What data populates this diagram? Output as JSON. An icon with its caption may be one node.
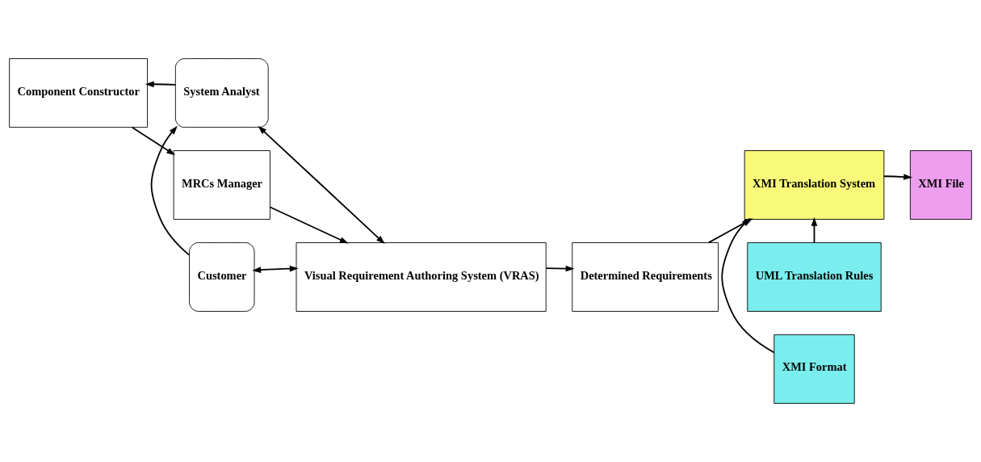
{
  "diagram": {
    "nodes": [
      {
        "text": [
          "Customer"
        ]
      },
      {
        "text": [
          "Component Constructor"
        ]
      },
      {
        "text": [
          "System Analyst"
        ]
      },
      {
        "text": [
          "Visual Requirement Authoring System (VRAS)"
        ]
      },
      {
        "text": [
          "Determined Requirements"
        ]
      },
      {
        "text": [
          "XMI Translation System"
        ]
      },
      {
        "text": [
          "XMI File"
        ]
      },
      {
        "text": [
          "MRCs Manager"
        ]
      },
      {
        "text": [
          "UML Translation Rules"
        ]
      },
      {
        "text": [
          "XMI Format"
        ]
      }
    ],
    "edges": [
      {
        "from": 0,
        "to": 2,
        "arrow": "to"
      },
      {
        "from": 0,
        "to": 3,
        "arrow": "both"
      },
      {
        "from": 2,
        "to": 1,
        "arrow": "to"
      },
      {
        "from": 2,
        "to": 3,
        "arrow": "both"
      },
      {
        "from": 3,
        "to": 4,
        "arrow": "to"
      },
      {
        "from": 4,
        "to": 5,
        "arrow": "to"
      },
      {
        "from": 5,
        "to": 6,
        "arrow": "to"
      },
      {
        "from": 1,
        "to": 7,
        "arrow": "to"
      },
      {
        "from": 7,
        "to": 3,
        "arrow": "to"
      },
      {
        "from": 8,
        "to": 5,
        "arrow": "to"
      },
      {
        "from": 9,
        "to": 5,
        "arrow": "to"
      }
    ]
  }
}
